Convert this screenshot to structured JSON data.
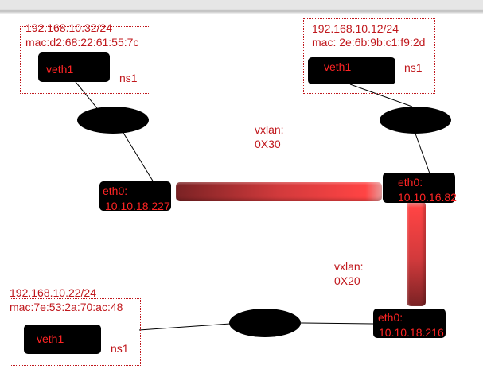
{
  "ns_top_left": {
    "ip": "192.168.10.32/24",
    "mac": "mac:d2:68:22:61:55:7c",
    "veth": "veth1",
    "ns": "ns1"
  },
  "ns_top_right": {
    "ip": "192.168.10.12/24",
    "mac": "mac: 2e:6b:9b:c1:f9:2d",
    "veth": "veth1",
    "ns": "ns1"
  },
  "ns_bottom_left": {
    "ip": "192.168.10.22/24",
    "mac": "mac:7e:53:2a:70:ac:48",
    "veth": "veth1",
    "ns": "ns1"
  },
  "eth_left": {
    "name": "eth0:",
    "ip": "10.10.18.227"
  },
  "eth_right": {
    "name": "eth0:",
    "ip": "10.10.16.82"
  },
  "eth_bottom": {
    "name": "eth0:",
    "ip": "10.10.18.216"
  },
  "vxlan_top": {
    "label": "vxlan:",
    "id": "0X30"
  },
  "vxlan_right": {
    "label": "vxlan:",
    "id": "0X20"
  }
}
